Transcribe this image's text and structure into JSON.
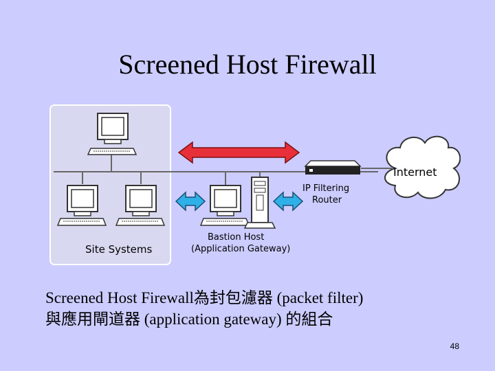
{
  "slide": {
    "title": "Screened Host Firewall",
    "caption_line1": "Screened Host Firewall為封包濾器 (packet filter)",
    "caption_line2": "與應用閘道器 (application gateway) 的組合",
    "page_number": "48"
  },
  "diagram": {
    "internet_label": "Internet",
    "router_label_line1": "IP Filtering",
    "router_label_line2": "Router",
    "bastion_label_line1": "Bastion Host",
    "bastion_label_line2": "(Application Gateway)",
    "site_label": "Site Systems",
    "colors": {
      "double_arrow": "#e8303a",
      "small_arrows": "#2fb0e8",
      "cloud_fill": "#ffffff",
      "site_box": "#d8d8f0"
    }
  }
}
